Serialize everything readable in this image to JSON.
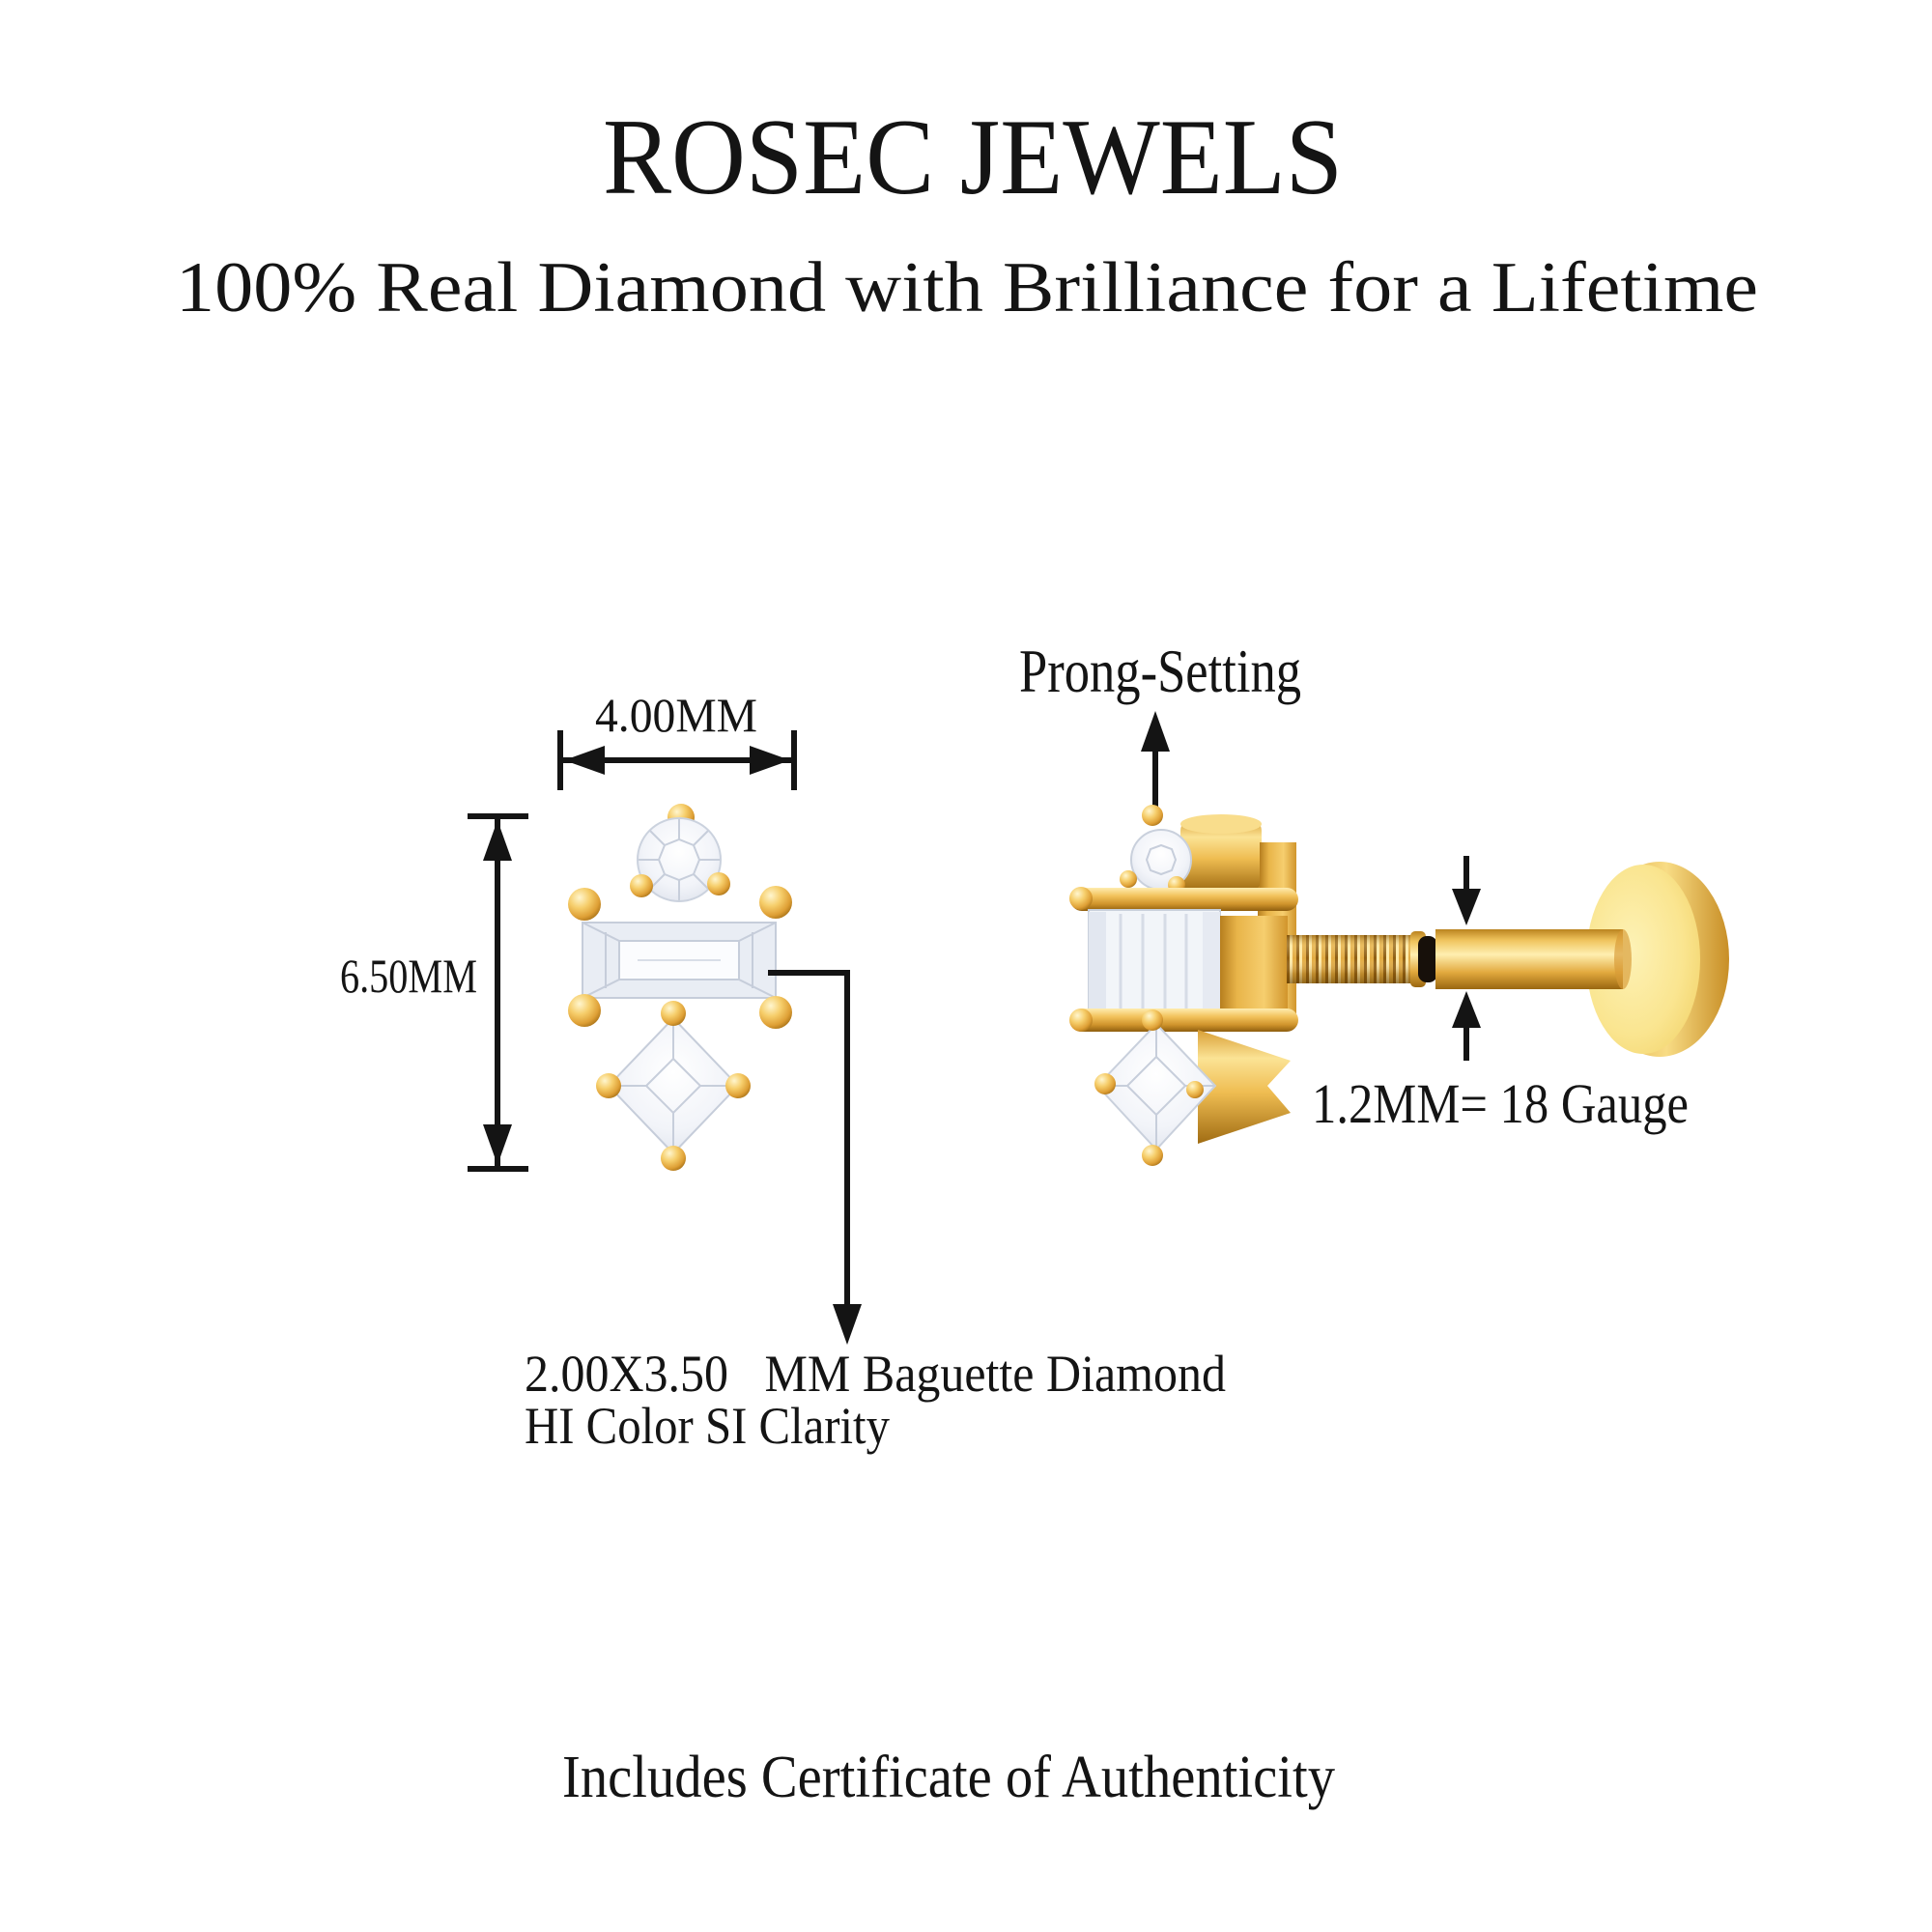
{
  "brand": {
    "title": "ROSEC JEWELS",
    "subtitle": "100% Real Diamond with Brilliance for a Lifetime"
  },
  "front_view": {
    "width_label": "4.00MM",
    "height_label": "6.50MM"
  },
  "side_view": {
    "prong_label": "Prong-Setting",
    "gauge_label": "1.2MM= 18 Gauge"
  },
  "callout": {
    "line1": "2.00X3.50   MM Baguette Diamond",
    "line2": "HI Color SI Clarity"
  },
  "footer": {
    "caption": "Includes Certificate of Authenticity"
  },
  "stones": {
    "top": "round-diamond",
    "middle": "baguette-diamond",
    "bottom": "princess-diamond"
  },
  "colors": {
    "background": "#FFFFFF",
    "ink": "#141414",
    "gold": "#F0BE54",
    "gold_dark": "#B97F1F",
    "gold_highlight": "#FFECAD",
    "diamond": "#F4F6FA",
    "diamond_shade": "#DCE1EB",
    "o_ring": "#17100A"
  }
}
